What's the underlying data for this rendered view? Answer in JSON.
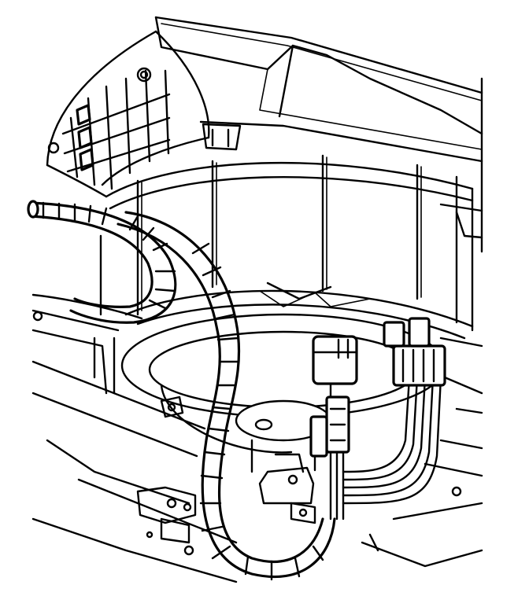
{
  "colors": {
    "ink": "#000000",
    "paper": "#ffffff"
  },
  "illustration": {
    "parts": [
      "dash-panel",
      "blower-motor-housing",
      "vent-grille",
      "corrugated-wiring-conduit",
      "electrical-connector",
      "wire-harness",
      "mounting-bracket",
      "mounting-screw"
    ]
  }
}
